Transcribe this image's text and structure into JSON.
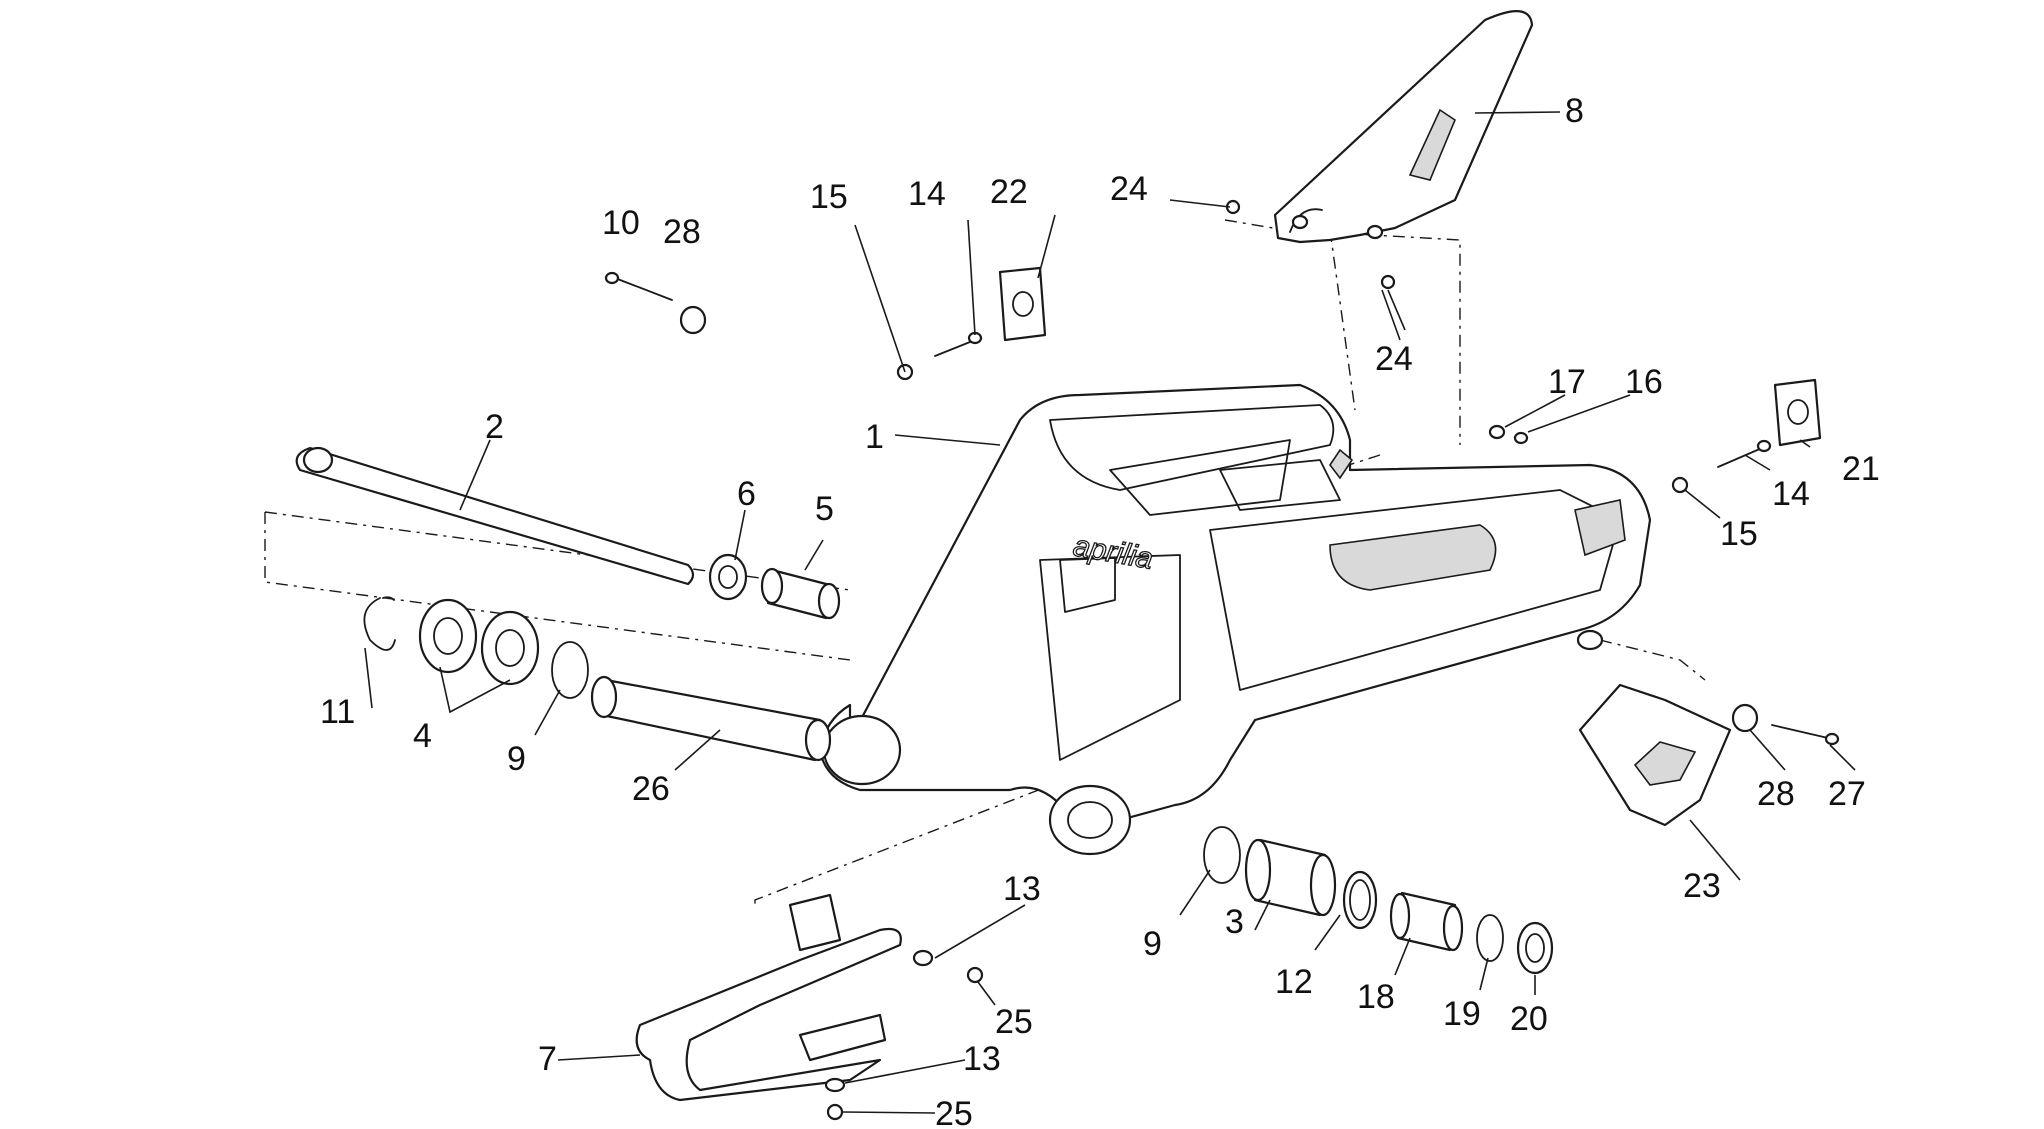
{
  "brand_logo": "aprilia",
  "callouts": {
    "c1": "1",
    "c2": "2",
    "c3": "3",
    "c4": "4",
    "c5": "5",
    "c6": "6",
    "c7": "7",
    "c8": "8",
    "c9a": "9",
    "c9b": "9",
    "c10": "10",
    "c11": "11",
    "c12": "12",
    "c13a": "13",
    "c13b": "13",
    "c14a": "14",
    "c14b": "14",
    "c15a": "15",
    "c15b": "15",
    "c16": "16",
    "c17": "17",
    "c18": "18",
    "c19": "19",
    "c20": "20",
    "c21": "21",
    "c22": "22",
    "c23": "23",
    "c24a": "24",
    "c24b": "24",
    "c25a": "25",
    "c25b": "25",
    "c26": "26",
    "c27": "27",
    "c28a": "28",
    "c28b": "28"
  }
}
